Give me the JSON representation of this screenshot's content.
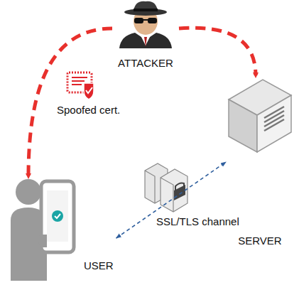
{
  "diagram": {
    "nodes": [
      {
        "text": [
          "ATTACKER"
        ]
      },
      {
        "text": [
          "SERVER"
        ]
      },
      {
        "text": [
          "USER"
        ]
      }
    ],
    "edges": [
      {
        "from": 0,
        "to": 2,
        "arrow": "to",
        "label": "Spoofed cert."
      },
      {
        "from": 0,
        "to": 1,
        "arrow": "to"
      },
      {
        "from": 2,
        "to": 1,
        "arrow": "both",
        "label": "SSL/TLS channel"
      }
    ]
  }
}
